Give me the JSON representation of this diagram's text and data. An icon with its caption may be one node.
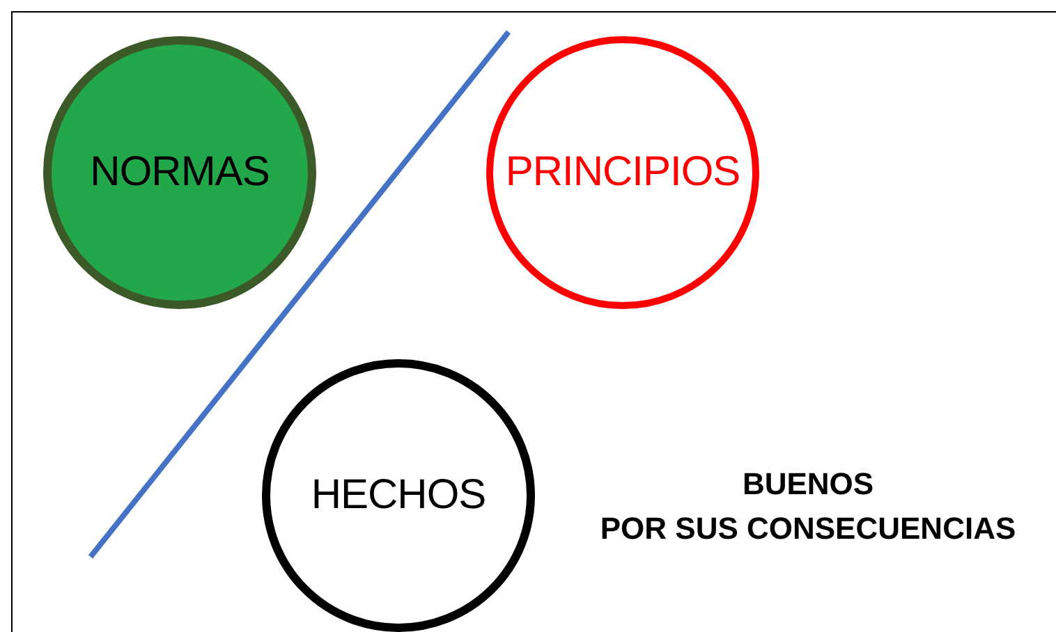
{
  "diagram": {
    "nodes": [
      {
        "text": [
          "NORMAS"
        ]
      },
      {
        "text": [
          "PRINCIPIOS"
        ]
      },
      {
        "text": [
          "HECHOS"
        ]
      }
    ],
    "labels": [
      "BUENOS",
      "POR SUS CONSECUENCIAS"
    ]
  }
}
